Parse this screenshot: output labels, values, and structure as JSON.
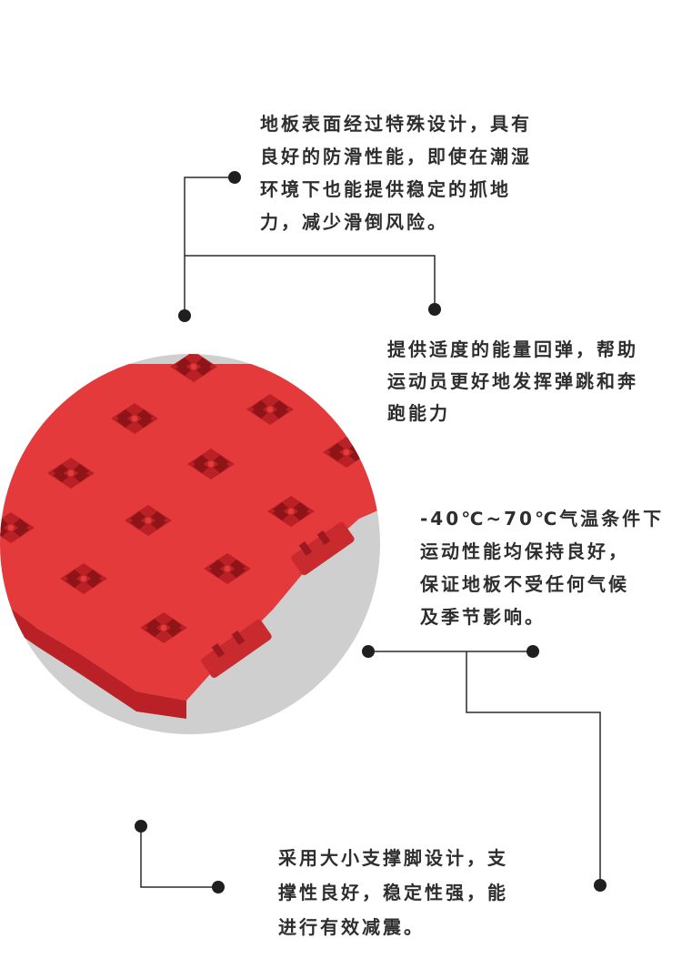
{
  "callouts": {
    "surface_grip": "地板表面经过特殊设计，具有\n良好的防滑性能，即使在潮湿\n环境下也能提供稳定的抓地\n力，减少滑倒风险。",
    "rebound": "提供适度的能量回弹，帮助\n运动员更好地发挥弹跳和奔\n跑能力",
    "temperature": " -40℃~70℃气温条件下\n运动性能均保持良好，\n保证地板不受任何气候\n及季节影响。",
    "support_feet": "采用大小支撑脚设计，支\n撑性良好，稳定性强，能\n进行有效减震。"
  },
  "colors": {
    "tile_red": "#e43a3c",
    "tile_shadow": "#b92126",
    "backdrop_gray": "#cfcfcf",
    "line_dark": "#2a2a2a"
  }
}
